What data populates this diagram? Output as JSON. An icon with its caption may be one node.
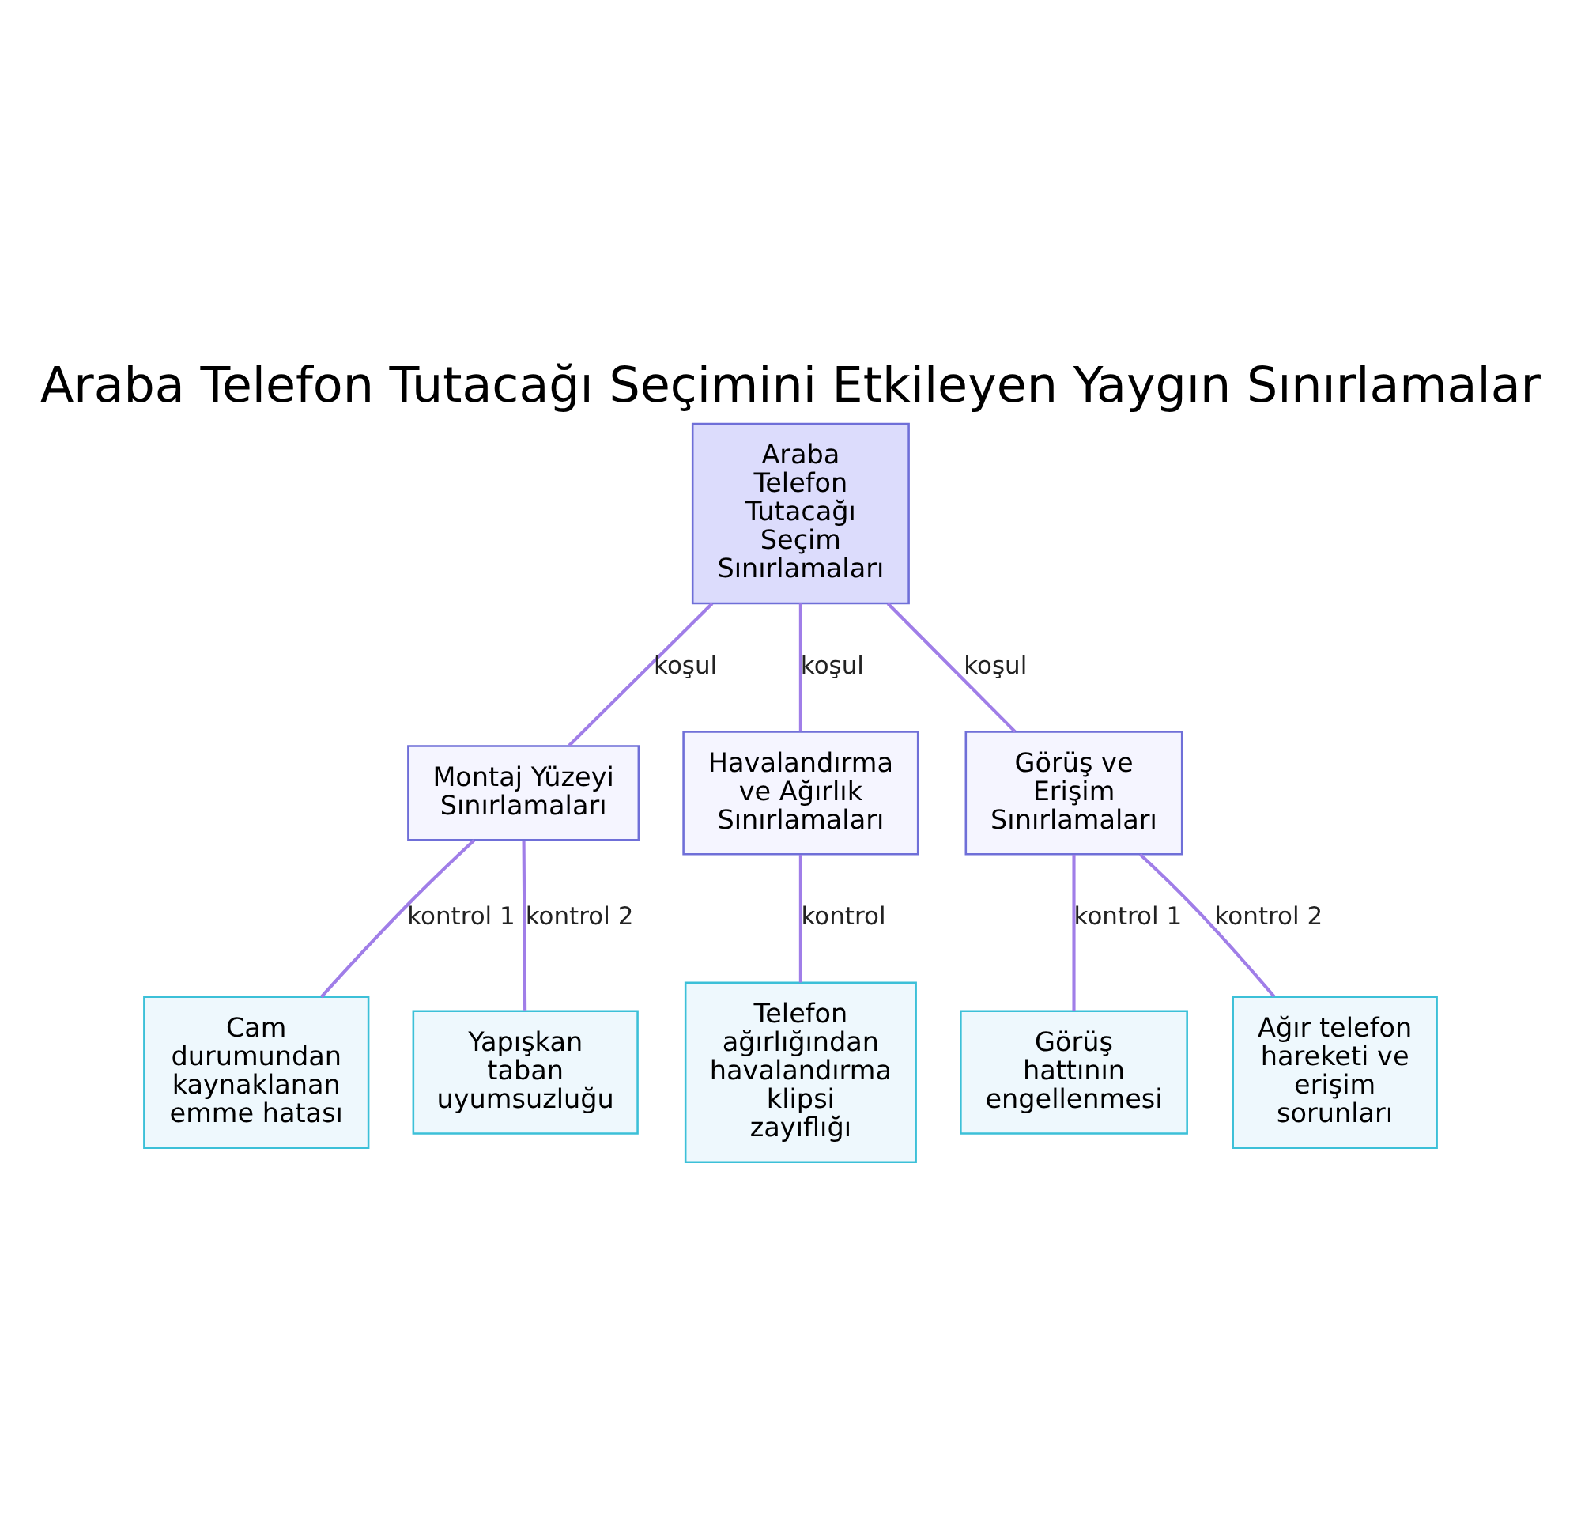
{
  "diagram": {
    "title": "Araba Telefon Tutacağı Seçimini Etkileyen Yaygın Sınırlamalar",
    "nodes": [
      {
        "text": [
          "Araba Telefon Tutacağı Seçim Sınırlamaları"
        ]
      },
      {
        "text": [
          "Montaj Yüzeyi Sınırlamaları"
        ]
      },
      {
        "text": [
          "Havalandırma ve Ağırlık Sınırlamaları"
        ]
      },
      {
        "text": [
          "Görüş ve Erişim Sınırlamaları"
        ]
      },
      {
        "text": [
          "Cam durumundan kaynaklanan emme hatası"
        ]
      },
      {
        "text": [
          "Yapışkan taban uyumsuzluğu"
        ]
      },
      {
        "text": [
          "Telefon ağırlığından havalandırma klipsi zayıflığı"
        ]
      },
      {
        "text": [
          "Görüş hattının engellenmesi"
        ]
      },
      {
        "text": [
          "Ağır telefon hareketi ve erişim sorunları"
        ]
      }
    ],
    "edges": [
      {
        "from": 0,
        "to": 1,
        "arrow": "none",
        "label": "koşul"
      },
      {
        "from": 0,
        "to": 2,
        "arrow": "none",
        "label": "koşul"
      },
      {
        "from": 0,
        "to": 3,
        "arrow": "none",
        "label": "koşul"
      },
      {
        "from": 1,
        "to": 4,
        "arrow": "none",
        "label": "kontrol 1"
      },
      {
        "from": 1,
        "to": 5,
        "arrow": "none",
        "label": "kontrol 2"
      },
      {
        "from": 2,
        "to": 6,
        "arrow": "none",
        "label": "kontrol"
      },
      {
        "from": 3,
        "to": 7,
        "arrow": "none",
        "label": "kontrol 1"
      },
      {
        "from": 3,
        "to": 8,
        "arrow": "none",
        "label": "kontrol 2"
      }
    ]
  }
}
